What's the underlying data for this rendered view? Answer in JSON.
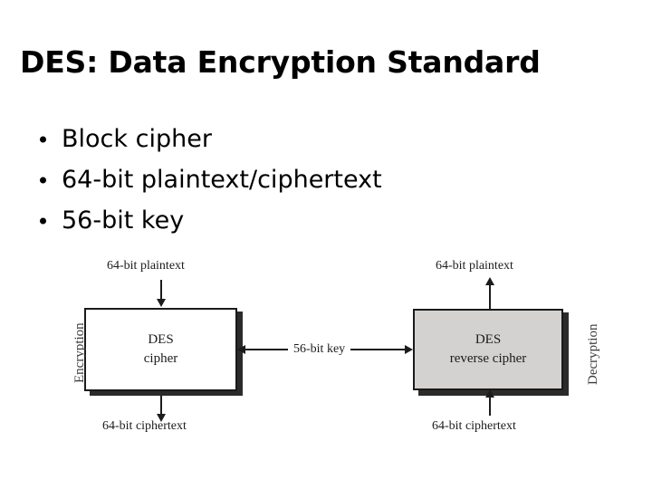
{
  "slide": {
    "title": "DES: Data Encryption Standard",
    "bullets": [
      {
        "text": "Block cipher"
      },
      {
        "text": "64-bit plaintext/ciphertext"
      },
      {
        "text": "56-bit key"
      }
    ]
  },
  "diagram": {
    "encryption": {
      "side_label": "Encryption",
      "input_label": "64-bit plaintext",
      "output_label": "64-bit ciphertext",
      "box_line1": "DES",
      "box_line2": "cipher",
      "box_fill": "#ffffff"
    },
    "decryption": {
      "side_label": "Decryption",
      "input_label": "64-bit ciphertext",
      "output_label": "64-bit plaintext",
      "box_line1": "DES",
      "box_line2": "reverse cipher",
      "box_fill": "#d3d2d0"
    },
    "key_label": "56-bit key"
  }
}
